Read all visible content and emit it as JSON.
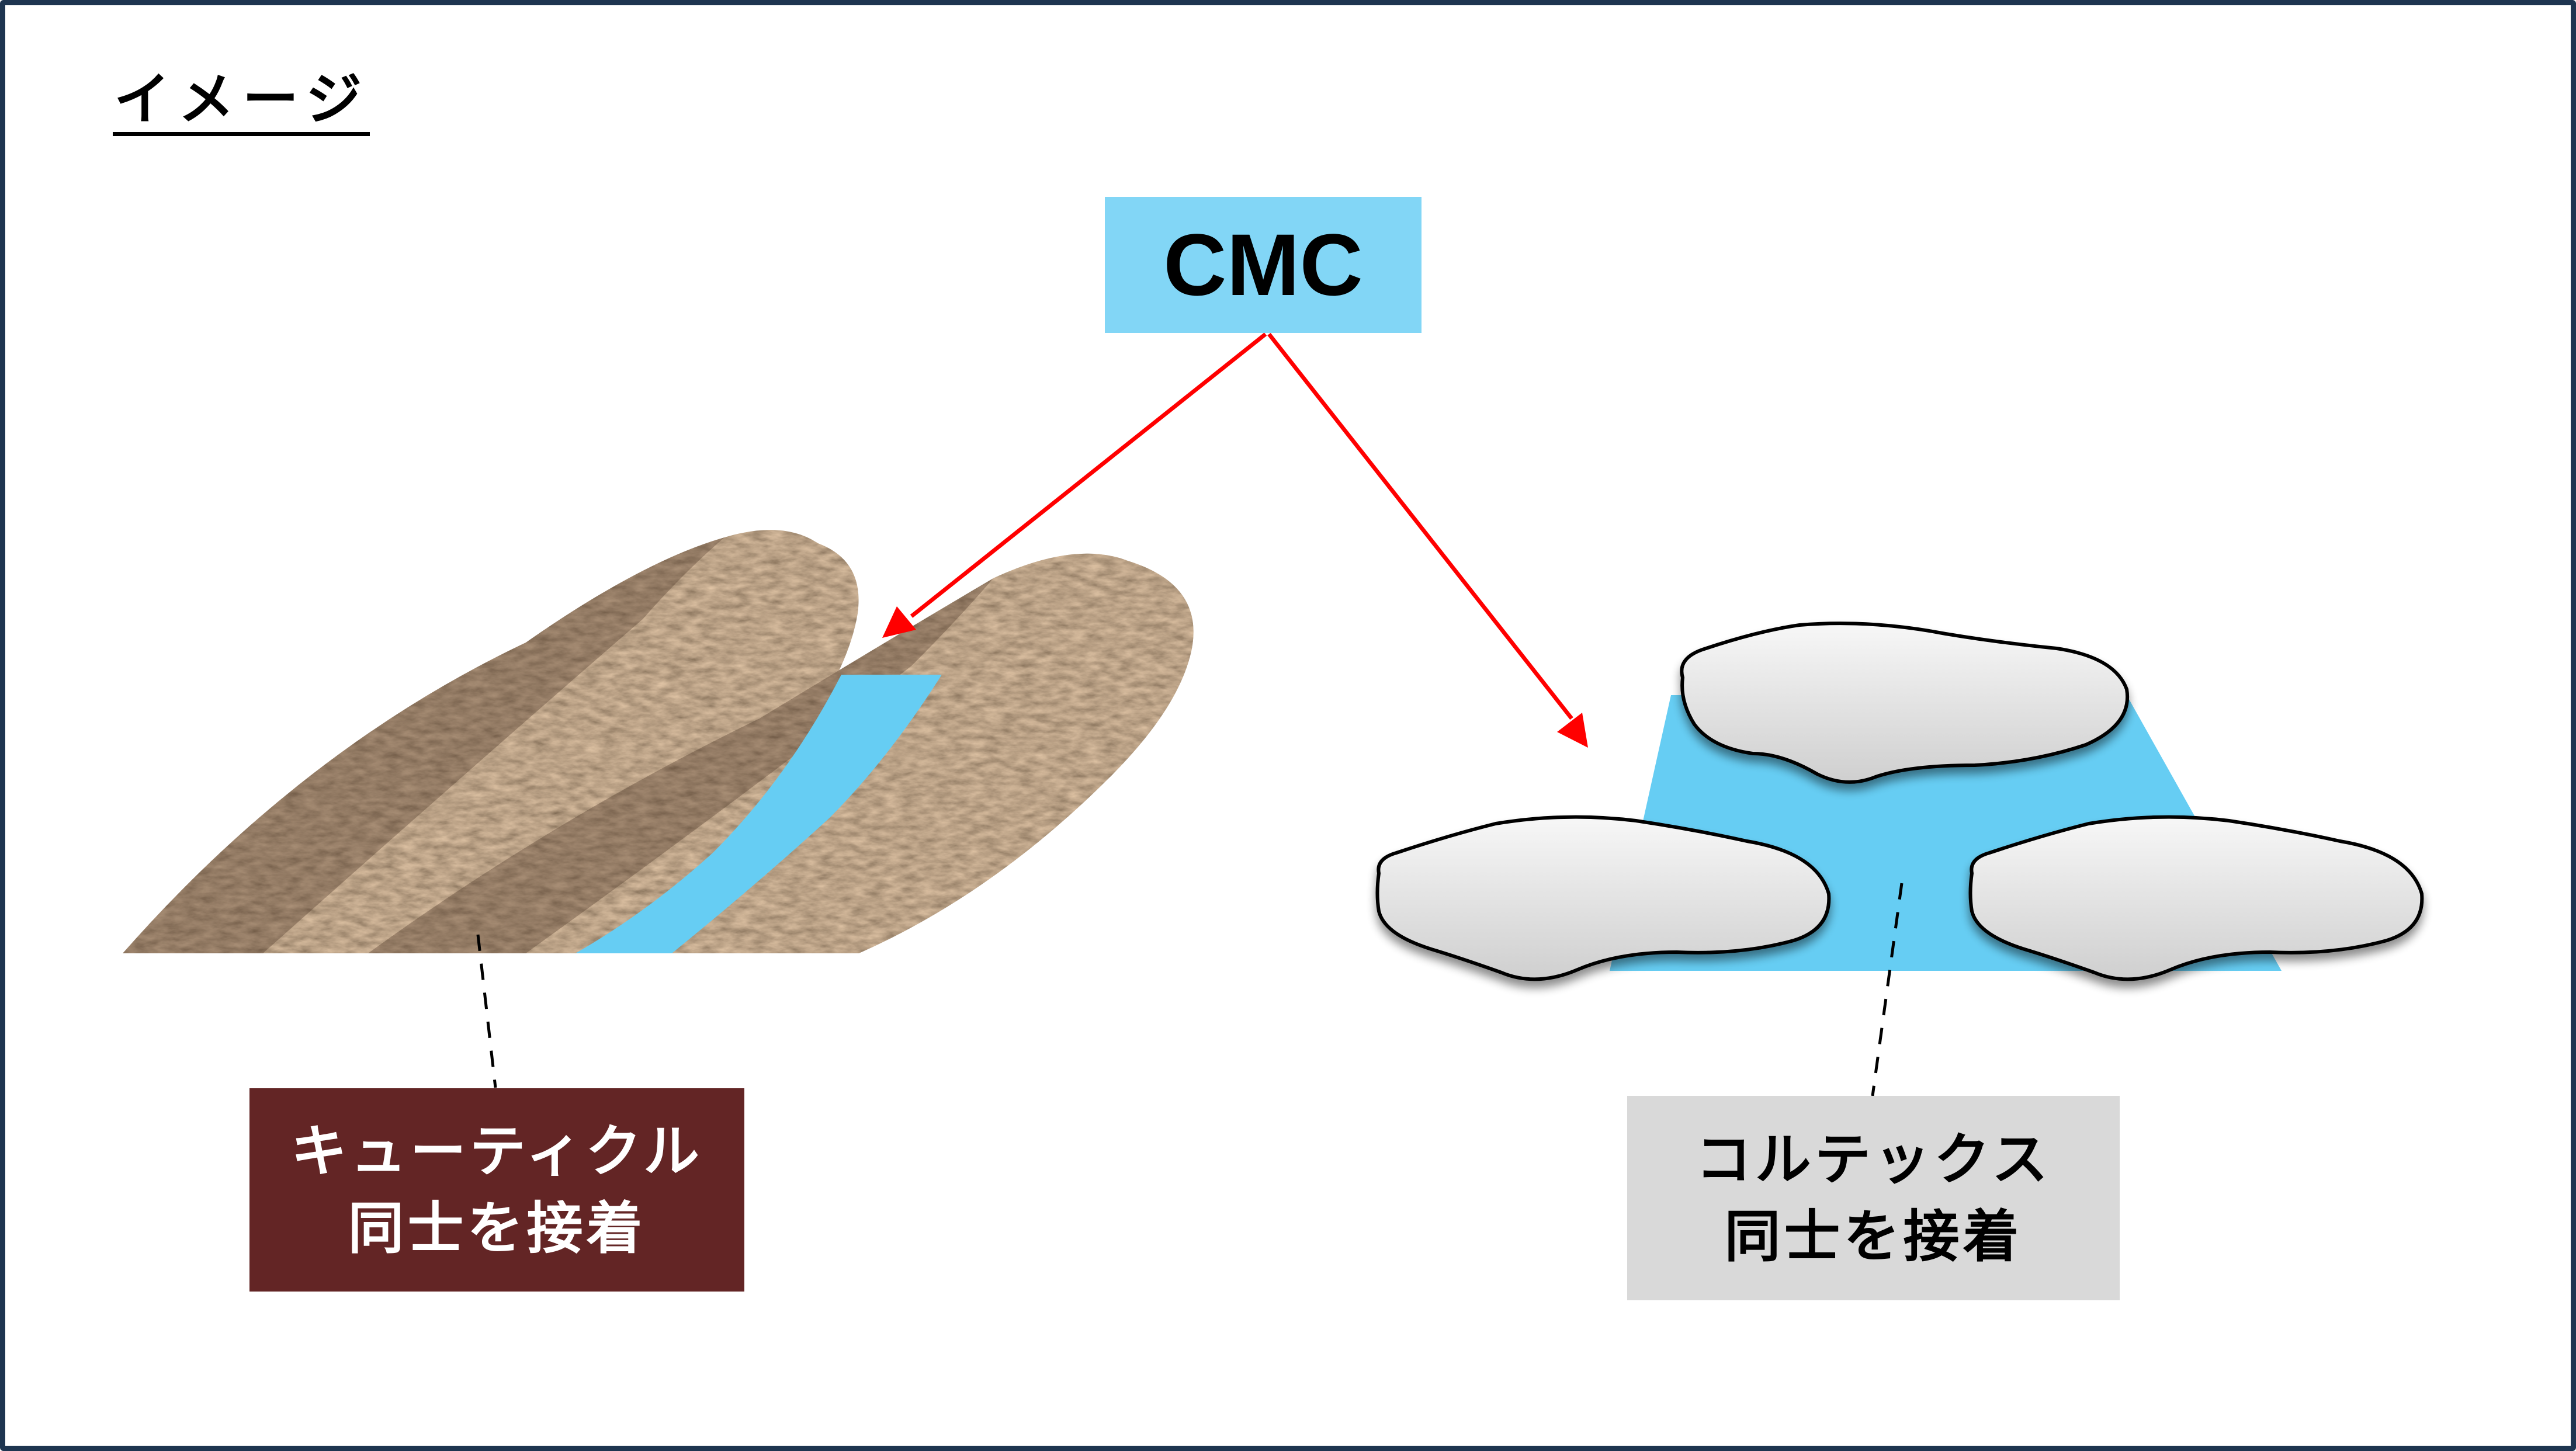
{
  "title": "イメージ",
  "cmc": {
    "label": "CMC",
    "color": "#82d6f6"
  },
  "arrows": {
    "color": "#ff0000"
  },
  "cmc_fill_color": "#66cdf3",
  "cuticle": {
    "texture_base": "#6b5340",
    "label_line1": "キューティクル",
    "label_line2": "同士を接着",
    "label_bg": "#632525",
    "label_fg": "#ffffff"
  },
  "cortex": {
    "blob_fill_top": "#f7f7f7",
    "blob_fill_bottom": "#cfcfcf",
    "label_line1": "コルテックス",
    "label_line2": "同士を接着",
    "label_bg": "#d9d9d9",
    "label_fg": "#000000"
  },
  "frame_color": "#1e3550"
}
